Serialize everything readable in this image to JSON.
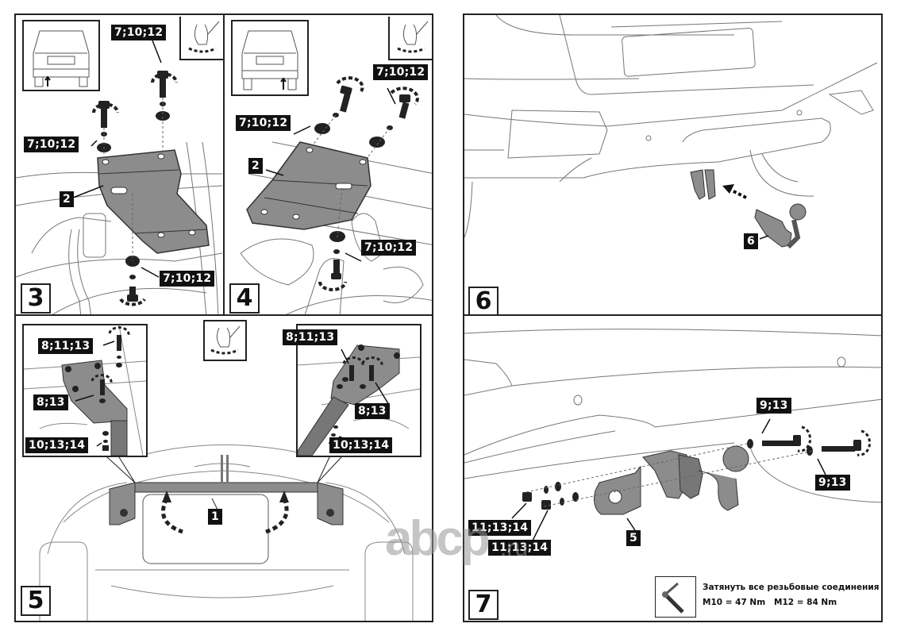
{
  "document": {
    "type": "tow-bar installation instructions",
    "steps": [
      {
        "number": "3",
        "labels": [
          "7;10;12",
          "7;10;12",
          "2",
          "7;10;12"
        ],
        "inset": "rear-view-car-arrow",
        "tool_icon": "hand-tighten-icon"
      },
      {
        "number": "4",
        "labels": [
          "7;10;12",
          "7;10;12",
          "2",
          "7;10;12"
        ],
        "inset": "rear-view-car-arrow",
        "tool_icon": "hand-tighten-icon"
      },
      {
        "number": "5",
        "labels": [
          "8;11;13",
          "8;13",
          "10;13;14",
          "8;11;13",
          "8;13",
          "10;13;14",
          "1"
        ],
        "tool_icon": "hand-tighten-icon"
      },
      {
        "number": "6",
        "labels": [
          "6"
        ]
      },
      {
        "number": "7",
        "labels": [
          "9;13",
          "9;13",
          "11;13;14",
          "11;13;14",
          "5"
        ],
        "torque_note": {
          "icon": "torque-wrench-icon",
          "line1": "Затянуть все резьбовые соединения",
          "m10": "M10 = 47 Nm",
          "m12": "M12 = 84 Nm"
        }
      }
    ]
  },
  "watermark": {
    "text": "abcp",
    "suffix": ".ru"
  },
  "colors": {
    "label_bg": "#111111",
    "label_fg": "#ffffff",
    "part_fill": "#8a8a8a",
    "line": "#555555"
  }
}
